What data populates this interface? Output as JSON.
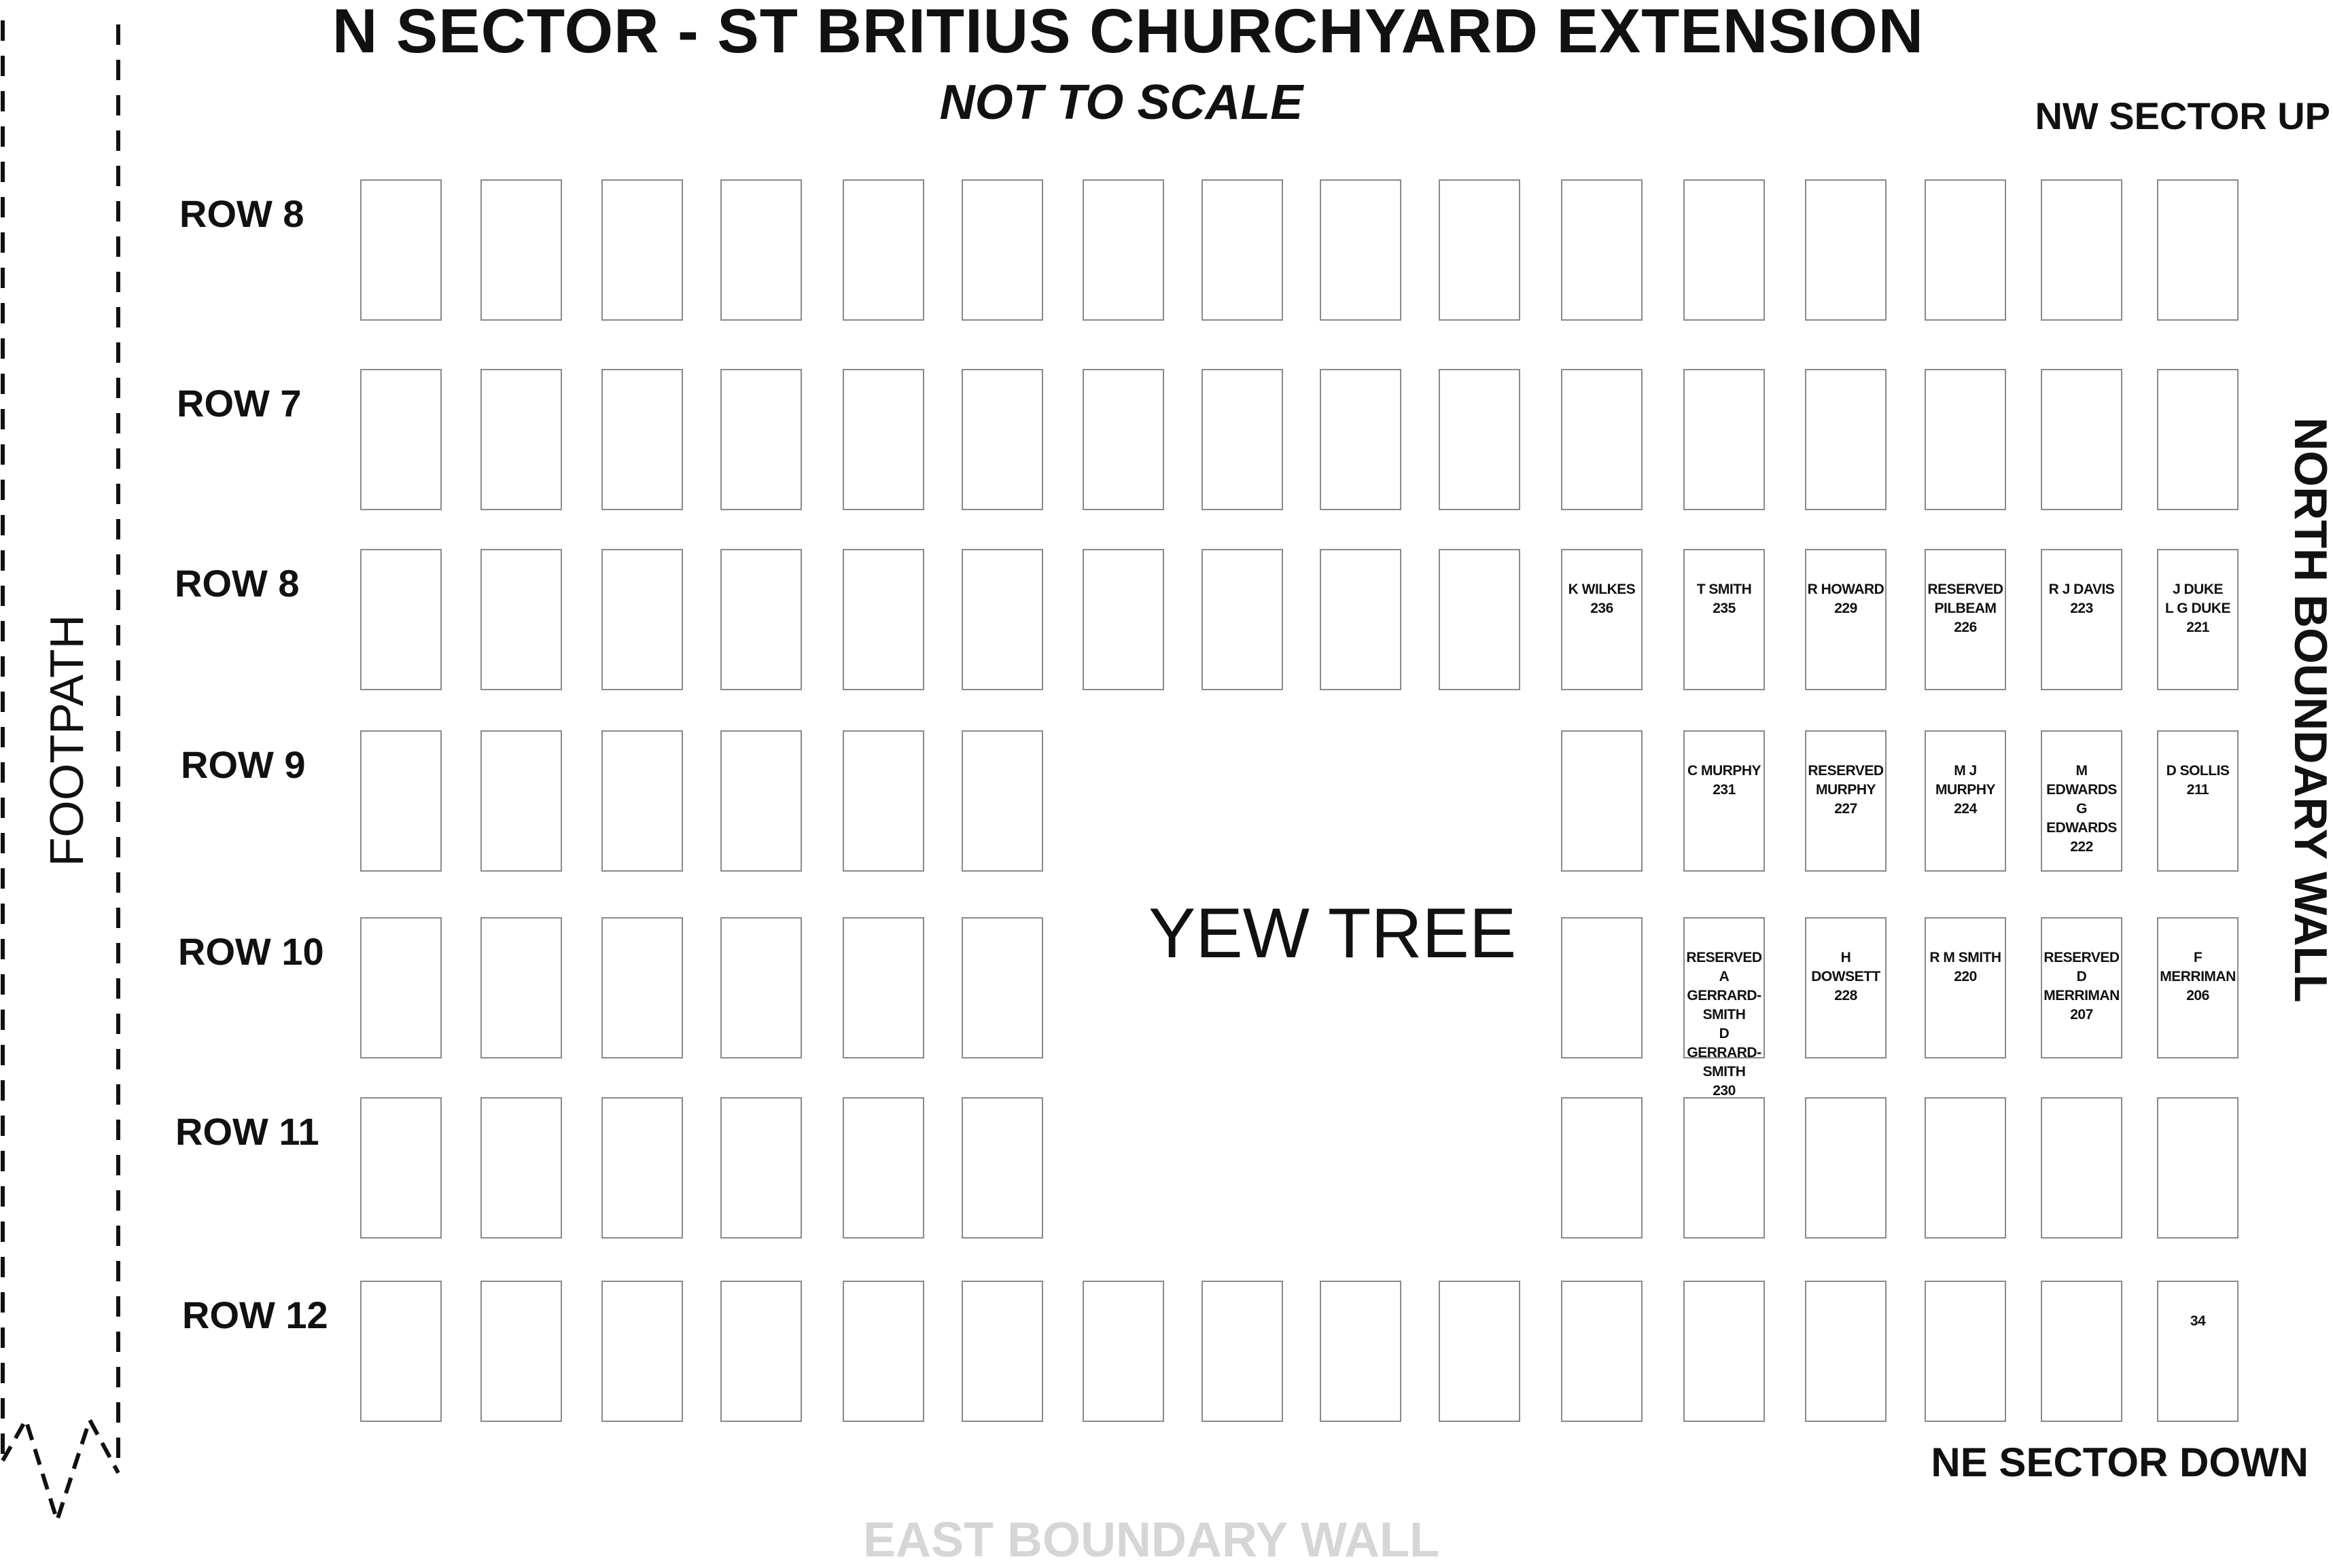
{
  "title": "N SECTOR - ST BRITIUS CHURCHYARD EXTENSION",
  "subtitle": "NOT TO SCALE",
  "labels": {
    "nw_sector": "NW SECTOR UP",
    "ne_sector": "NE SECTOR DOWN",
    "east_wall": "EAST BOUNDARY WALL",
    "north_wall": "NORTH BOUNDARY WALL",
    "footpath": "FOOTPATH",
    "yew_tree": "YEW TREE"
  },
  "colors": {
    "text": "#111111",
    "plot_border": "#8a8a8a",
    "east_wall_text": "#d6d6d6"
  },
  "rows": [
    {
      "label": "ROW 8",
      "plots": [
        "",
        "",
        "",
        "",
        "",
        "",
        "",
        "",
        "",
        "",
        "",
        "",
        "",
        "",
        "",
        ""
      ]
    },
    {
      "label": "ROW 7",
      "plots": [
        "",
        "",
        "",
        "",
        "",
        "",
        "",
        "",
        "",
        "",
        "",
        "",
        "",
        "",
        "",
        ""
      ]
    },
    {
      "label": "ROW 8",
      "plots": [
        "",
        "",
        "",
        "",
        "",
        "",
        "",
        "",
        "",
        "",
        "K WILKES\n236",
        "T SMITH\n235",
        "R HOWARD\n229",
        "RESERVED\nPILBEAM\n226",
        "R J DAVIS\n223",
        "J DUKE\nL G DUKE\n221"
      ]
    },
    {
      "label": "ROW 9",
      "plots": [
        "",
        "",
        "",
        "",
        "",
        "",
        null,
        null,
        null,
        null,
        "",
        "C MURPHY\n231",
        "RESERVED\nMURPHY\n227",
        "M J MURPHY\n224",
        "M EDWARDS\nG EDWARDS\n222",
        "D SOLLIS\n211"
      ]
    },
    {
      "label": "ROW 10",
      "plots": [
        "",
        "",
        "",
        "",
        "",
        "",
        null,
        null,
        null,
        null,
        "",
        "RESERVED\nA GERRARD-SMITH\nD GERRARD-SMITH\n230",
        "H DOWSETT\n228",
        "R M SMITH\n220",
        "RESERVED\nD MERRIMAN\n207",
        "F MERRIMAN\n206"
      ]
    },
    {
      "label": "ROW 11",
      "plots": [
        "",
        "",
        "",
        "",
        "",
        "",
        null,
        null,
        null,
        null,
        "",
        "",
        "",
        "",
        "",
        ""
      ]
    },
    {
      "label": "ROW 12",
      "plots": [
        "",
        "",
        "",
        "",
        "",
        "",
        "",
        "",
        "",
        "",
        "",
        "",
        "",
        "",
        "",
        "34"
      ]
    }
  ]
}
